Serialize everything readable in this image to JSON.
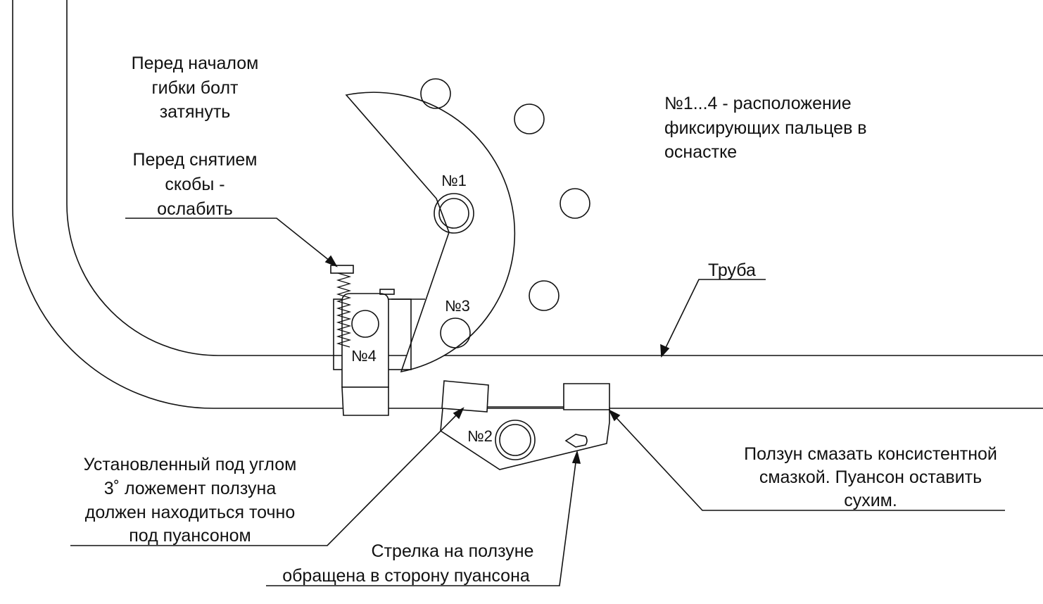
{
  "notes": {
    "bolt_tighten": [
      "Перед началом",
      "гибки болт",
      "затянуть"
    ],
    "bolt_loosen": [
      "Перед снятием",
      "скобы -",
      "ослабить"
    ],
    "pins_location": [
      "№1...4 - расположение",
      "фиксирующих пальцев в",
      "оснастке"
    ],
    "pipe": "Труба",
    "slider_bed": [
      "Установленный под углом",
      "3˚ ложемент ползуна",
      "должен находиться точно",
      "под пуансоном"
    ],
    "arrow_direction": [
      "Стрелка на ползуне",
      "обращена в сторону пуансона"
    ],
    "lubrication": [
      "Ползун смазать консистентной",
      "смазкой. Пуансон оставить",
      "сухим."
    ]
  },
  "pins": {
    "pin1": "№1",
    "pin2": "№2",
    "pin3": "№3",
    "pin4": "№4"
  }
}
